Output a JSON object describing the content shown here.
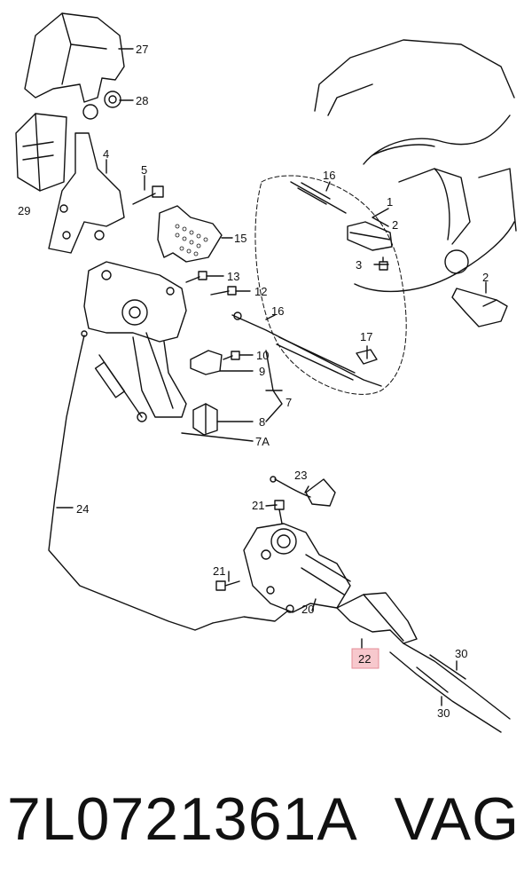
{
  "diagram": {
    "callouts": {
      "c1": "1",
      "c2a": "2",
      "c2b": "2",
      "c3": "3",
      "c4": "4",
      "c5": "5",
      "c7": "7",
      "c7a": "7A",
      "c8": "8",
      "c9": "9",
      "c10": "10",
      "c12": "12",
      "c13": "13",
      "c15": "15",
      "c16a": "16",
      "c16b": "16",
      "c17": "17",
      "c20": "20",
      "c21a": "21",
      "c21b": "21",
      "c22": "22",
      "c23": "23",
      "c24": "24",
      "c27": "27",
      "c28": "28",
      "c29": "29",
      "c30a": "30",
      "c30b": "30"
    },
    "highlight_color": "#f4b6bd"
  },
  "footer": {
    "part_number": "7L0721361A",
    "brand": "VAG"
  }
}
